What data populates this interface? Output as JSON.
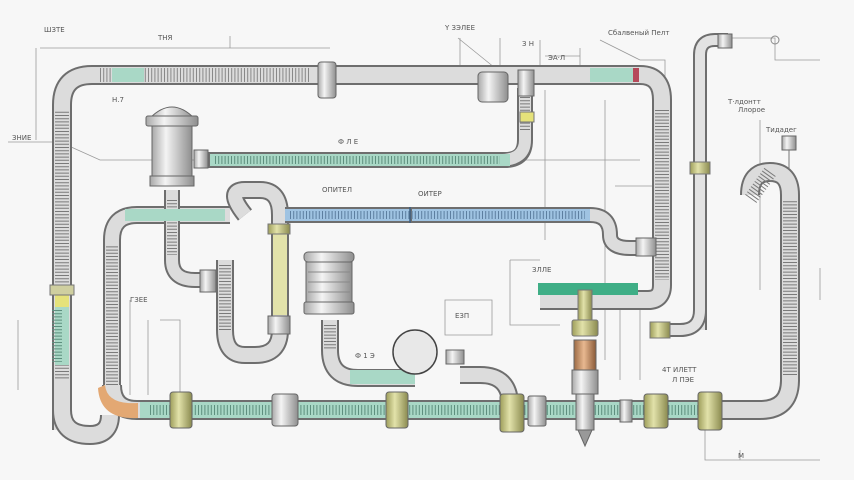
{
  "diagram": {
    "title": "Piping schematic",
    "colors": {
      "background": "#f7f7f7",
      "pipe_grey": "#d9d9d9",
      "pipe_outline": "#6e6e6e",
      "pipe_green": "#a9d8c6",
      "pipe_blue": "#9fc3e2",
      "pipe_dark_green": "#3fae86",
      "fitting_olive": "#c9c98a",
      "elbow_orange": "#e3a873",
      "band_red": "#b54a5a",
      "band_yellow": "#e5e27a"
    },
    "labels": {
      "top_left_tag": "ШЗТЕ",
      "top_mid_tag": "ТНЯ",
      "left_side_tag": "ЗНИЕ",
      "upper_pipe_tag": "Н.7",
      "filter_tag": "Ф Л Е",
      "mid_tag_a": "ОПИТЕЛ",
      "mid_tag_b": "ОИТЕР",
      "valve_top_tag": "Y ЗЭЛЕЕ",
      "valve_tag_2": "З Н",
      "valve_tag_3": "ЭА·Л",
      "top_right_tag": "Сбалвеный Пелт",
      "right_note_a": "Т·лдонтт",
      "right_note_b": "Ллорое",
      "right_note_c": "Тидадег",
      "box_tag": "ЗЛЛЕ",
      "meter_tag": "ЕЗП",
      "bottom_tag_a": "ГЗЕЕ",
      "bottom_tag_b": "Ф 1 Э",
      "bottom_right_a": "4Т ИЛЕТТ",
      "bottom_right_b": "Л ПЭЕ",
      "dim_bottom": "М"
    }
  }
}
